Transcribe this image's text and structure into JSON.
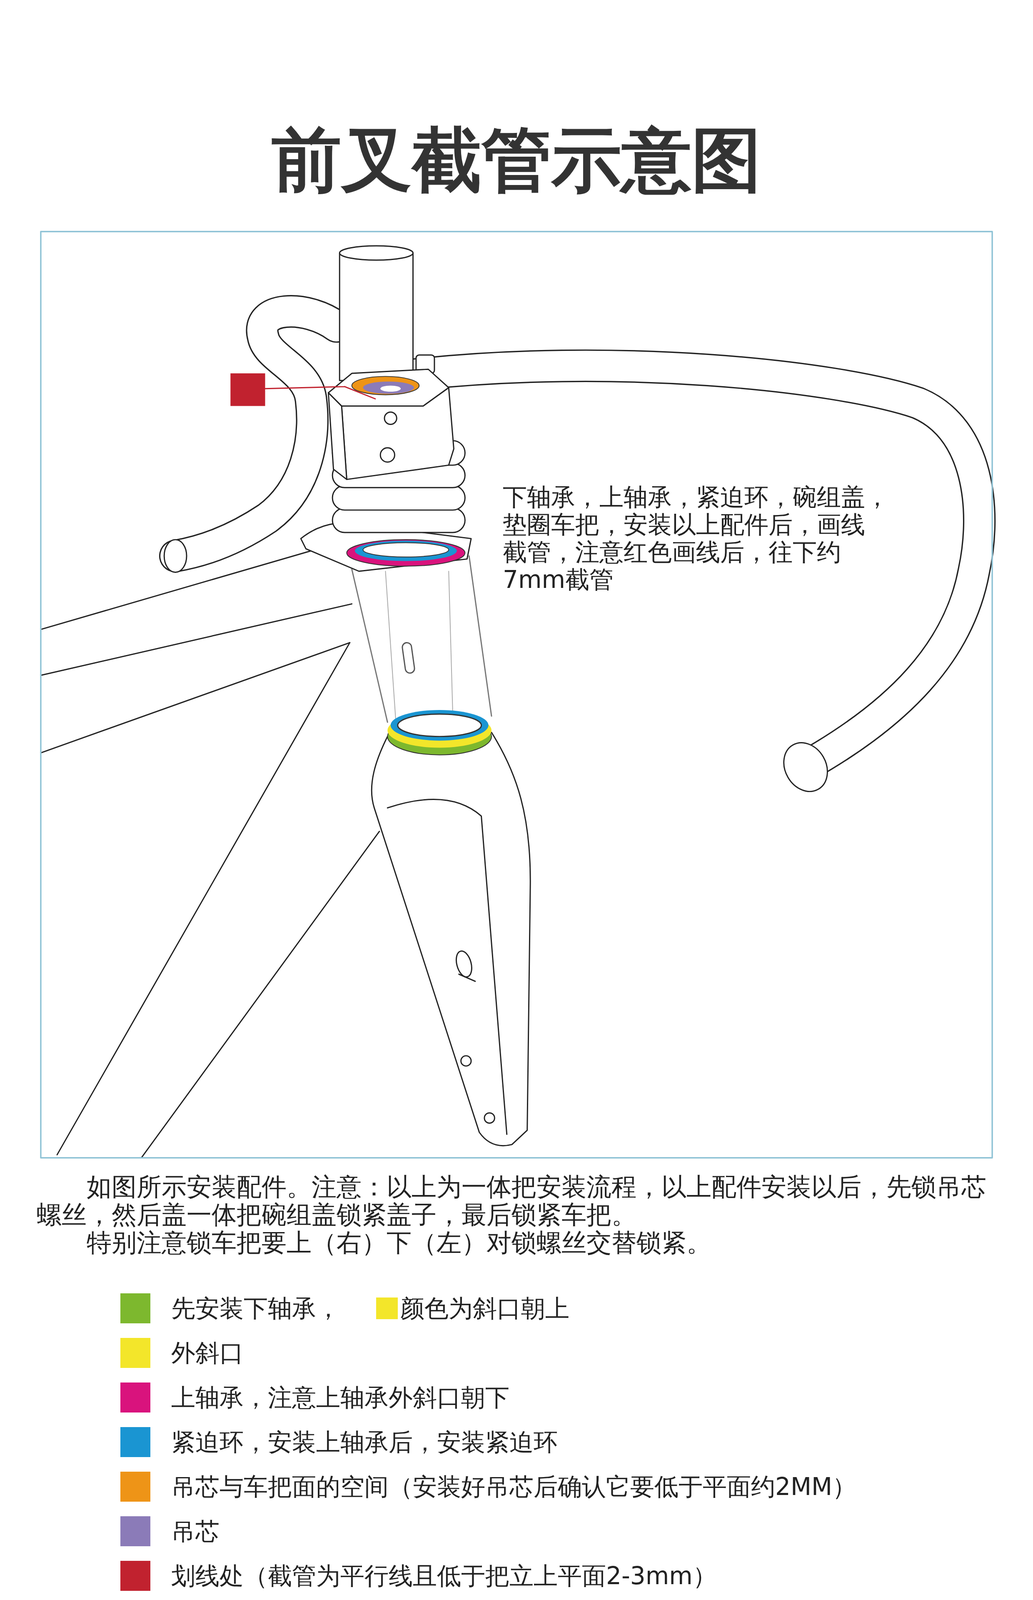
{
  "diagram": {
    "title": "前叉截管示意图",
    "labels": [
      "下轴承，上轴承，紧迫环，碗组盖， 垫圈车把，安装以上配件后，画线 截管，注意红色画线后，往下约 7mm截管",
      "如图所示安装配件。注意：以上为一体把安装流程，以上配件安装以后，先锁吊芯 螺丝，然后盖一体把碗组盖锁紧盖子，最后锁紧车把。",
      "特别注意锁车把要上（右）下（左）对锁螺丝交替锁紧。"
    ],
    "legend": [
      {
        "text": "先安装下轴承，",
        "color": "#7db82e"
      },
      {
        "text": "颜色为斜口朝上",
        "color": "#f3e62a"
      },
      {
        "text": "外斜口",
        "color": "#f3e62a"
      },
      {
        "text": "上轴承，注意上轴承外斜口朝下",
        "color": "#d9137d"
      },
      {
        "text": "紧迫环，安装上轴承后，安装紧迫环",
        "color": "#1a95d2"
      },
      {
        "text": "吊芯与车把面的空间（安装好吊芯后确认它要低于平面约2MM）",
        "color": "#ee9417"
      },
      {
        "text": "吊芯",
        "color": "#8b7bb8"
      },
      {
        "text": "划线处（截管为平行线且低于把立上平面2-3mm）",
        "color": "#c1222f"
      }
    ]
  }
}
